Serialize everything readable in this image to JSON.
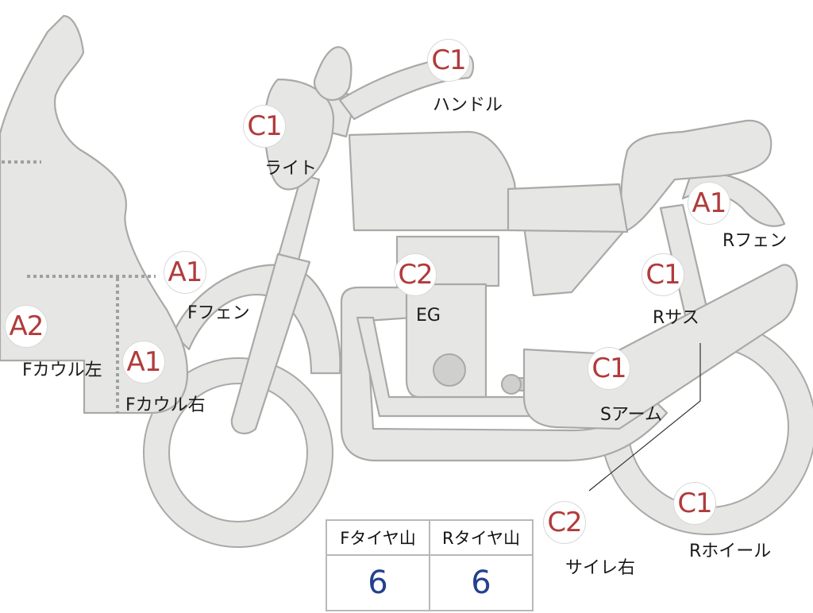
{
  "parts": [
    {
      "id": "handle",
      "grade": "C1",
      "label": "ハンドル"
    },
    {
      "id": "light",
      "grade": "C1",
      "label": "ライト"
    },
    {
      "id": "f-fender",
      "grade": "A1",
      "label": "Fフェン"
    },
    {
      "id": "f-cowl-left",
      "grade": "A2",
      "label": "Fカウル左"
    },
    {
      "id": "f-cowl-right",
      "grade": "A1",
      "label": "Fカウル右"
    },
    {
      "id": "engine",
      "grade": "C2",
      "label": "EG"
    },
    {
      "id": "r-fender",
      "grade": "A1",
      "label": "Rフェン"
    },
    {
      "id": "r-suspension",
      "grade": "C1",
      "label": "Rサス"
    },
    {
      "id": "swing-arm",
      "grade": "C1",
      "label": "Sアーム"
    },
    {
      "id": "muffler-right",
      "grade": "C2",
      "label": "サイレ右"
    },
    {
      "id": "r-wheel",
      "grade": "C1",
      "label": "Rホイール"
    }
  ],
  "tire_table": {
    "headers": [
      "Fタイヤ山",
      "Rタイヤ山"
    ],
    "values": [
      "6",
      "6"
    ]
  },
  "colors": {
    "grade_text": "#b13b3b",
    "tire_value": "#24408f",
    "part_fill": "#e6e6e4",
    "part_stroke": "#a9a9a7"
  }
}
